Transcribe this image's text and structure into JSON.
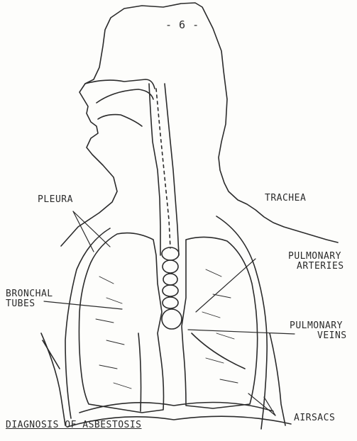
{
  "page_number": "- 6 -",
  "labels": {
    "pleura": "PLEURA",
    "trachea": "TRACHEA",
    "bronchal_line1": "BRONCHAL",
    "bronchal_line2": "TUBES",
    "pulmonary_arteries_line1": "PULMONARY",
    "pulmonary_arteries_line2": "ARTERIES",
    "pulmonary_veins_line1": "PULMONARY",
    "pulmonary_veins_line2": "VEINS",
    "airsacs": "AIRSACS"
  },
  "caption": "DIAGNOSIS OF ASBESTOSIS",
  "colors": {
    "ink": "#2b2b2b",
    "paper": "#fdfdfb"
  }
}
